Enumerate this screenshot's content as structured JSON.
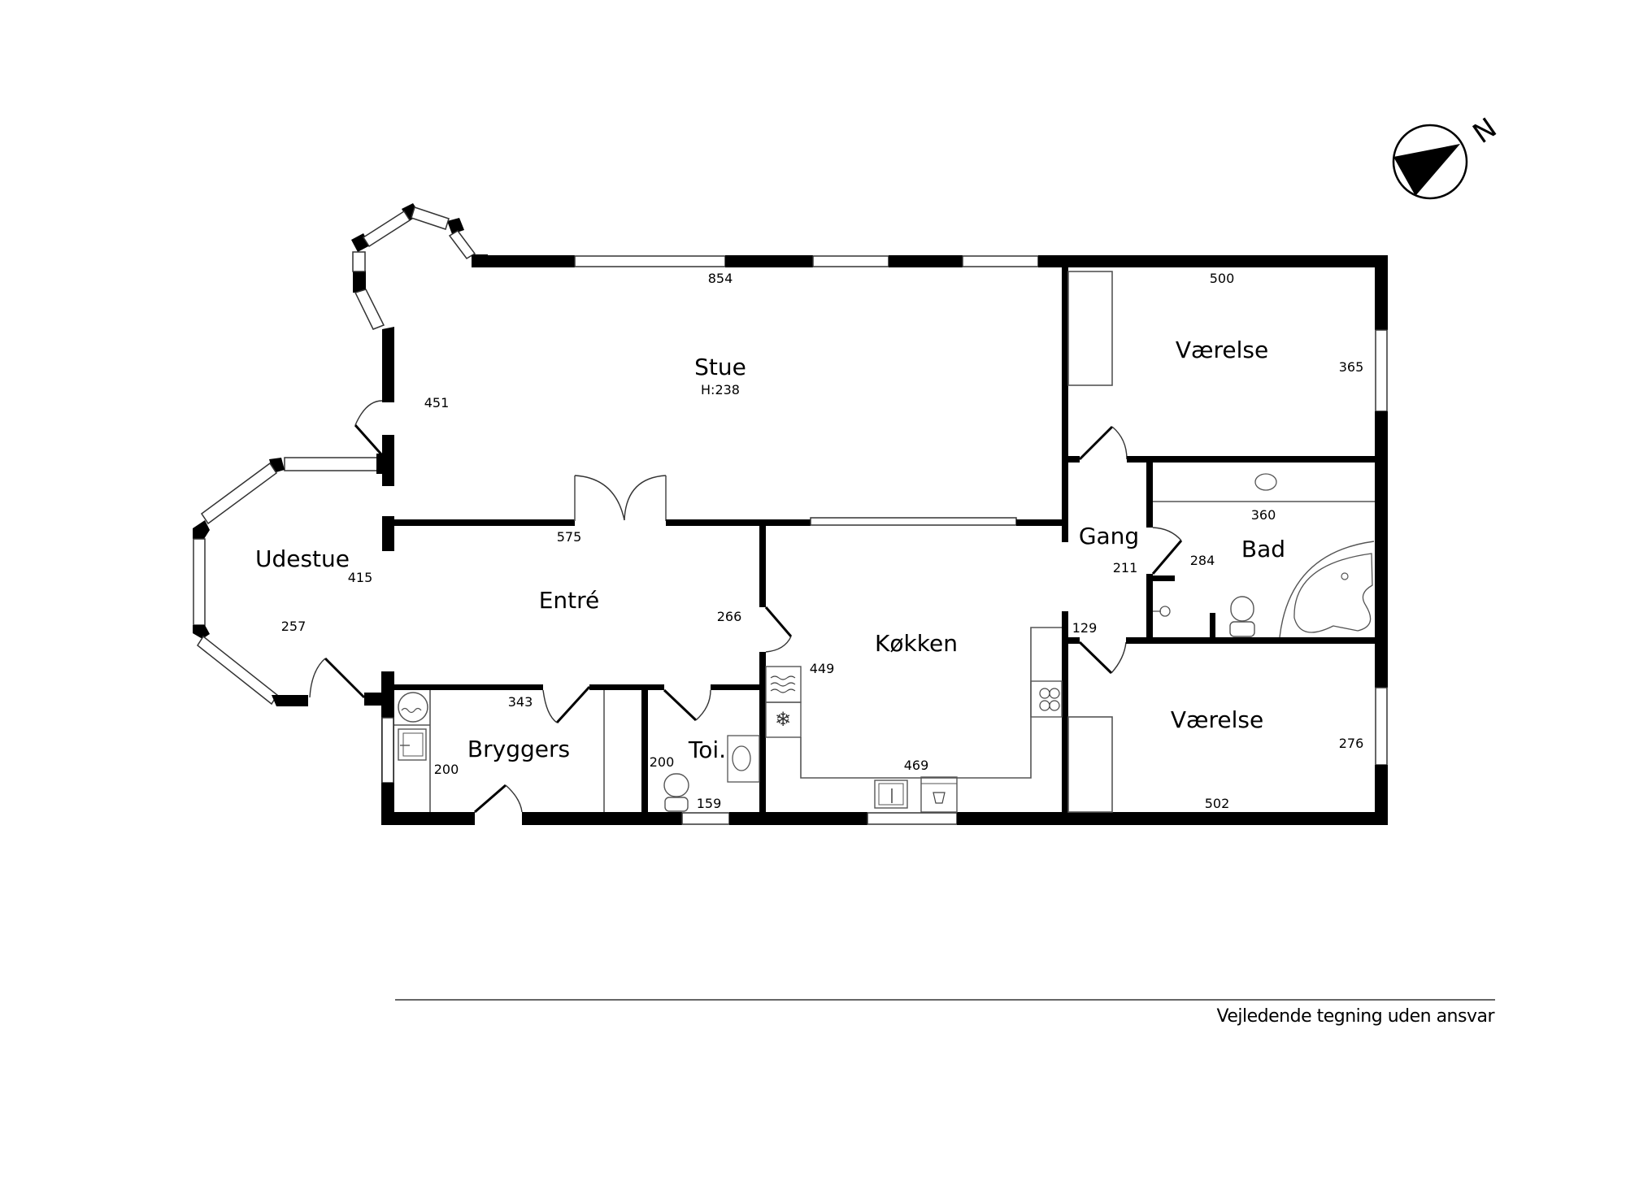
{
  "plan": {
    "rooms": [
      {
        "name": "Stue",
        "height_label": "H:238",
        "dims": [
          "854",
          "451"
        ]
      },
      {
        "name": "Værelse",
        "dims": [
          "500",
          "365"
        ]
      },
      {
        "name": "Gang",
        "dims": [
          "211",
          "129"
        ]
      },
      {
        "name": "Bad",
        "dims": [
          "360",
          "284"
        ]
      },
      {
        "name": "Udestue",
        "dims": [
          "415",
          "257"
        ]
      },
      {
        "name": "Entré",
        "dims": [
          "575",
          "266"
        ]
      },
      {
        "name": "Køkken",
        "dims": [
          "449",
          "469"
        ]
      },
      {
        "name": "Bryggers",
        "dims": [
          "343",
          "200"
        ]
      },
      {
        "name": "Toi.",
        "dims": [
          "200",
          "159"
        ]
      },
      {
        "name": "Værelse",
        "dims": [
          "276",
          "502"
        ]
      }
    ],
    "compass": {
      "label": "N",
      "icon": "north-arrow-icon"
    },
    "fixtures": [
      "washing-machine-icon",
      "utility-sink-icon",
      "oven-icon",
      "freezer-icon",
      "stove-icon",
      "kitchen-sink-icon",
      "dishwasher-icon",
      "toilet-icon",
      "washbasin-icon",
      "bathtub-icon",
      "shower-icon"
    ]
  },
  "footer": {
    "disclaimer": "Vejledende tegning uden ansvar"
  }
}
